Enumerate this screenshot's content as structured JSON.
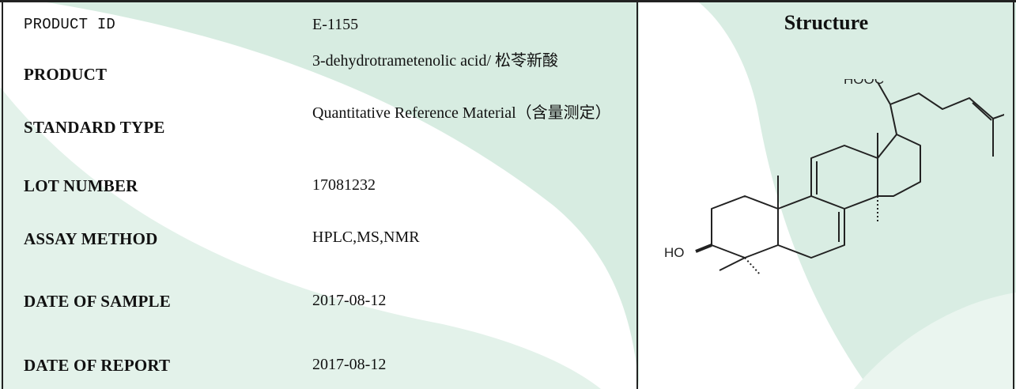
{
  "rows": [
    {
      "label": "PRODUCT ID",
      "value": "E-1155"
    },
    {
      "label": "PRODUCT",
      "value": "3-dehydrotrametenolic acid/ 松苓新酸"
    },
    {
      "label": "STANDARD TYPE",
      "value": "Quantitative Reference Material（含量测定）"
    },
    {
      "label": "LOT NUMBER",
      "value": "17081232"
    },
    {
      "label": "ASSAY METHOD",
      "value": "HPLC,MS,NMR"
    },
    {
      "label": "DATE OF SAMPLE",
      "value": "2017-08-12"
    },
    {
      "label": "DATE OF REPORT",
      "value": "2017-08-12"
    }
  ],
  "structure": {
    "title": "Structure",
    "label_cooh": "HOOC",
    "label_oh": "HO"
  },
  "colors": {
    "watermark": "#d9ede3",
    "border": "#222222"
  }
}
